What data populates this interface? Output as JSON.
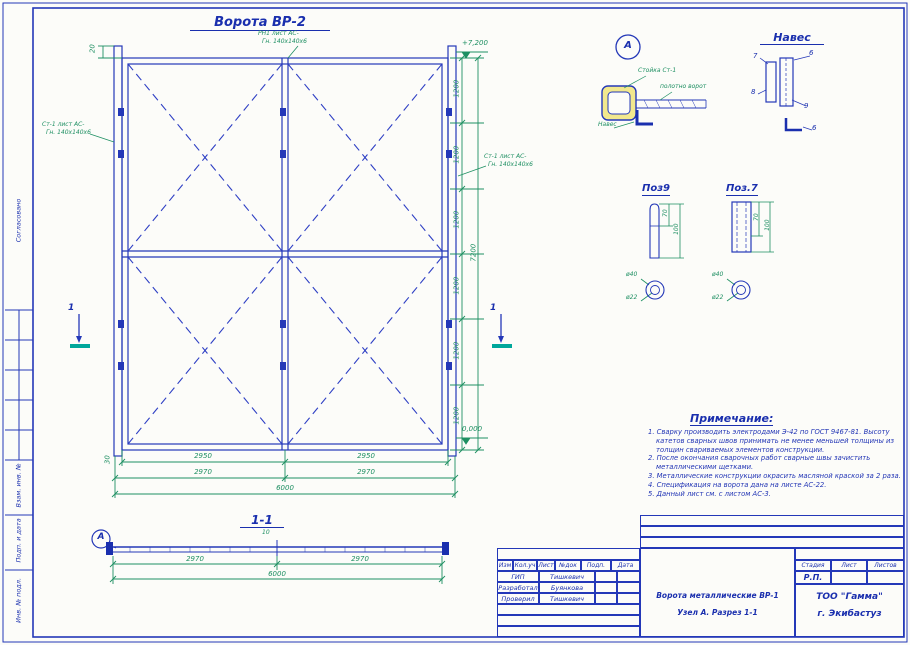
{
  "colors": {
    "line_blue": "#2438b8",
    "text_blue": "#1a2fae",
    "dim_green": "#1e8f62",
    "teal": "#00a79b",
    "hatch_yellow": "#f2e88e"
  },
  "main_view": {
    "title": "Ворота ВР-2",
    "top_callout_line1": "РН1 лист АС-",
    "top_callout_line2": "Гн. 140х140х6",
    "left_callout_line1": "Ст-1 лист АС-",
    "left_callout_line2": "Гн. 140х140х6",
    "right_callout_line1": "Ст-1 лист АС-",
    "right_callout_line2": "Гн. 140х140х6",
    "elev_top": "+7,200",
    "elev_bottom": "0,000",
    "dim_post_top": "20",
    "dim_post_bottom": "30",
    "dims_right": [
      "1200",
      "1200",
      "1200",
      "1200",
      "1200",
      "1200"
    ],
    "dim_right_total": "7200",
    "dims_bottom_row1": [
      "2950",
      "2950"
    ],
    "dims_bottom_row2": [
      "2970",
      "2970"
    ],
    "dim_bottom_total": "6000",
    "section_mark": "1"
  },
  "detail_a": {
    "bubble": "А",
    "stoika_label": "Стойка Ст-1",
    "polotno_label": "полотно ворот",
    "naves_label": "Навес"
  },
  "naves_detail": {
    "title": "Навес",
    "callout_7": "7",
    "callout_6a": "6",
    "callout_8": "8",
    "callout_9": "9",
    "callout_6b": "6"
  },
  "poz9": {
    "title": "Поз9",
    "dim_len_top": "70",
    "dim_len_total": "100",
    "dim_dia_outer": "ø40",
    "dim_dia_hole": "ø22"
  },
  "poz7": {
    "title": "Поз.7",
    "dim_len_top": "70",
    "dim_len_total": "100",
    "dim_dia_outer": "ø40",
    "dim_dia_hole": "ø22"
  },
  "notes": {
    "title": "Примечание:",
    "items": [
      "1. Сварку производить электродами Э-42 по ГОСТ 9467-81. Высоту катетов сварных швов принимать не менее меньшей толщины из толщин свариваемых элементов конструкции.",
      "2. После окончания сварочных работ сварные швы зачистить металлическими щетками.",
      "3. Металлические конструкции окрасить масляной краской за 2 раза.",
      "4. Спецификация на ворота дана на листе АС-22.",
      "5. Данный лист см. с листом АС-3."
    ]
  },
  "section_view": {
    "title": "1-1",
    "bubble": "А",
    "dim_gap": "10",
    "dims_row1": [
      "2970",
      "2970"
    ],
    "dim_total": "6000"
  },
  "title_block": {
    "header_cols": [
      "Изм",
      "Кол.уч",
      "Лист",
      "№док",
      "Подп.",
      "Дата"
    ],
    "sig_rows": [
      {
        "role": "ГИП",
        "name": "Тишкевич"
      },
      {
        "role": "Разработал",
        "name": "Буянкова"
      },
      {
        "role": "Проверил",
        "name": "Тишкевич"
      }
    ],
    "doc_title_line1": "Ворота  металлические ВР-1",
    "doc_title_line2": "Узел А. Разрез 1-1",
    "stage_label": "Стадия",
    "sheet_label": "Лист",
    "sheets_label": "Листов",
    "stage_value": "Р.П.",
    "company": "ТОО \"Гамма\"",
    "city": "г. Экибастуз"
  },
  "margin": {
    "soglasovano": "Согласовано",
    "vzam": "Взам. инв. №",
    "podp_data": "Подп. и дата",
    "inv_podl": "Инв. № подл."
  }
}
